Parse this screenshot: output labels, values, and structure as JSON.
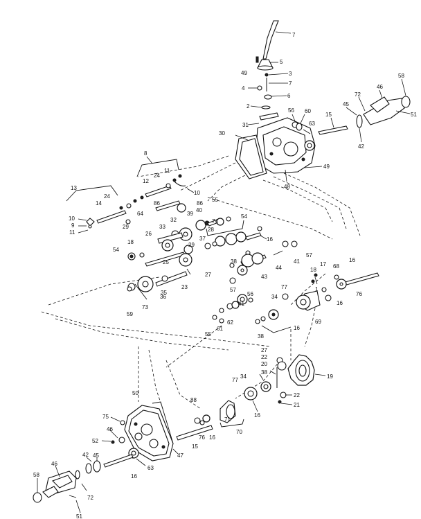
{
  "labels": [
    {
      "id": "L7a",
      "text": "7"
    },
    {
      "id": "L5a",
      "text": "5"
    },
    {
      "id": "L49a",
      "text": "49"
    },
    {
      "id": "L3a",
      "text": "3"
    },
    {
      "id": "L7b",
      "text": "7"
    },
    {
      "id": "L4",
      "text": "4"
    },
    {
      "id": "L6",
      "text": "6"
    },
    {
      "id": "L58a",
      "text": "58"
    },
    {
      "id": "L46a",
      "text": "46"
    },
    {
      "id": "L72a",
      "text": "72"
    },
    {
      "id": "L51a",
      "text": "51"
    },
    {
      "id": "L2",
      "text": "2"
    },
    {
      "id": "L56a",
      "text": "56"
    },
    {
      "id": "L60",
      "text": "60"
    },
    {
      "id": "L63a",
      "text": "63"
    },
    {
      "id": "L15a",
      "text": "15"
    },
    {
      "id": "L45a",
      "text": "45"
    },
    {
      "id": "L42a",
      "text": "42"
    },
    {
      "id": "L31",
      "text": "31"
    },
    {
      "id": "L30",
      "text": "30"
    },
    {
      "id": "L48",
      "text": "48"
    },
    {
      "id": "L49b",
      "text": "49"
    },
    {
      "id": "L8",
      "text": "8"
    },
    {
      "id": "L24a",
      "text": "24"
    },
    {
      "id": "L11a",
      "text": "11"
    },
    {
      "id": "L12",
      "text": "12"
    },
    {
      "id": "L10a",
      "text": "10"
    },
    {
      "id": "L13",
      "text": "13"
    },
    {
      "id": "L24b",
      "text": "24"
    },
    {
      "id": "L86a",
      "text": "86"
    },
    {
      "id": "L55a",
      "text": "55"
    },
    {
      "id": "L14",
      "text": "14"
    },
    {
      "id": "L29a",
      "text": "29"
    },
    {
      "id": "L64",
      "text": "64"
    },
    {
      "id": "L86b",
      "text": "86"
    },
    {
      "id": "L40",
      "text": "40"
    },
    {
      "id": "L10b",
      "text": "10"
    },
    {
      "id": "L9",
      "text": "9"
    },
    {
      "id": "L11b",
      "text": "11"
    },
    {
      "id": "L39",
      "text": "39"
    },
    {
      "id": "L74",
      "text": "74"
    },
    {
      "id": "L54a",
      "text": "54"
    },
    {
      "id": "L32",
      "text": "32"
    },
    {
      "id": "L33",
      "text": "33"
    },
    {
      "id": "L28",
      "text": "28"
    },
    {
      "id": "L26",
      "text": "26"
    },
    {
      "id": "L37",
      "text": "37"
    },
    {
      "id": "L16a",
      "text": "16"
    },
    {
      "id": "L18a",
      "text": "18"
    },
    {
      "id": "L54b",
      "text": "54"
    },
    {
      "id": "L25",
      "text": "25"
    },
    {
      "id": "L29b",
      "text": "29"
    },
    {
      "id": "L57a",
      "text": "57"
    },
    {
      "id": "L38a",
      "text": "38"
    },
    {
      "id": "L41a",
      "text": "41"
    },
    {
      "id": "L44",
      "text": "44"
    },
    {
      "id": "L27",
      "text": "27"
    },
    {
      "id": "L43",
      "text": "43"
    },
    {
      "id": "L18b",
      "text": "18"
    },
    {
      "id": "L17",
      "text": "17"
    },
    {
      "id": "L68",
      "text": "68"
    },
    {
      "id": "L16b",
      "text": "16"
    },
    {
      "id": "L23",
      "text": "23"
    },
    {
      "id": "L36",
      "text": "36"
    },
    {
      "id": "L57b",
      "text": "57"
    },
    {
      "id": "L77a",
      "text": "77"
    },
    {
      "id": "L1",
      "text": "1"
    },
    {
      "id": "L76a",
      "text": "76"
    },
    {
      "id": "L16c",
      "text": "16"
    },
    {
      "id": "L69",
      "text": "69"
    },
    {
      "id": "L73",
      "text": "73"
    },
    {
      "id": "L41b",
      "text": "41"
    },
    {
      "id": "L34a",
      "text": "34"
    },
    {
      "id": "L56b",
      "text": "56"
    },
    {
      "id": "L62",
      "text": "62"
    },
    {
      "id": "L61",
      "text": "61"
    },
    {
      "id": "L55b",
      "text": "55"
    },
    {
      "id": "L16d",
      "text": "16"
    },
    {
      "id": "L38b",
      "text": "38"
    },
    {
      "id": "L27b",
      "text": "27"
    },
    {
      "id": "L22a",
      "text": "22"
    },
    {
      "id": "L20",
      "text": "20"
    },
    {
      "id": "L19",
      "text": "19"
    },
    {
      "id": "L38c",
      "text": "38"
    },
    {
      "id": "L34b",
      "text": "34"
    },
    {
      "id": "L77b",
      "text": "77"
    },
    {
      "id": "L22b",
      "text": "22"
    },
    {
      "id": "L21",
      "text": "21"
    },
    {
      "id": "L16e",
      "text": "16"
    },
    {
      "id": "L50",
      "text": "50"
    },
    {
      "id": "L88",
      "text": "88"
    },
    {
      "id": "L75",
      "text": "75"
    },
    {
      "id": "L71",
      "text": "71"
    },
    {
      "id": "L76b",
      "text": "76"
    },
    {
      "id": "L16f",
      "text": "16"
    },
    {
      "id": "L70",
      "text": "70"
    },
    {
      "id": "L46b",
      "text": "46"
    },
    {
      "id": "L52",
      "text": "52"
    },
    {
      "id": "L15b",
      "text": "15"
    },
    {
      "id": "L47",
      "text": "47"
    },
    {
      "id": "L42b",
      "text": "42"
    },
    {
      "id": "L45b",
      "text": "45"
    },
    {
      "id": "L16g",
      "text": "16"
    },
    {
      "id": "L63b",
      "text": "63"
    },
    {
      "id": "L46c",
      "text": "46"
    },
    {
      "id": "L58b",
      "text": "58"
    },
    {
      "id": "L72b",
      "text": "72"
    },
    {
      "id": "L51b",
      "text": "51"
    },
    {
      "id": "L59",
      "text": "59"
    },
    {
      "id": "L35",
      "text": "35"
    }
  ]
}
